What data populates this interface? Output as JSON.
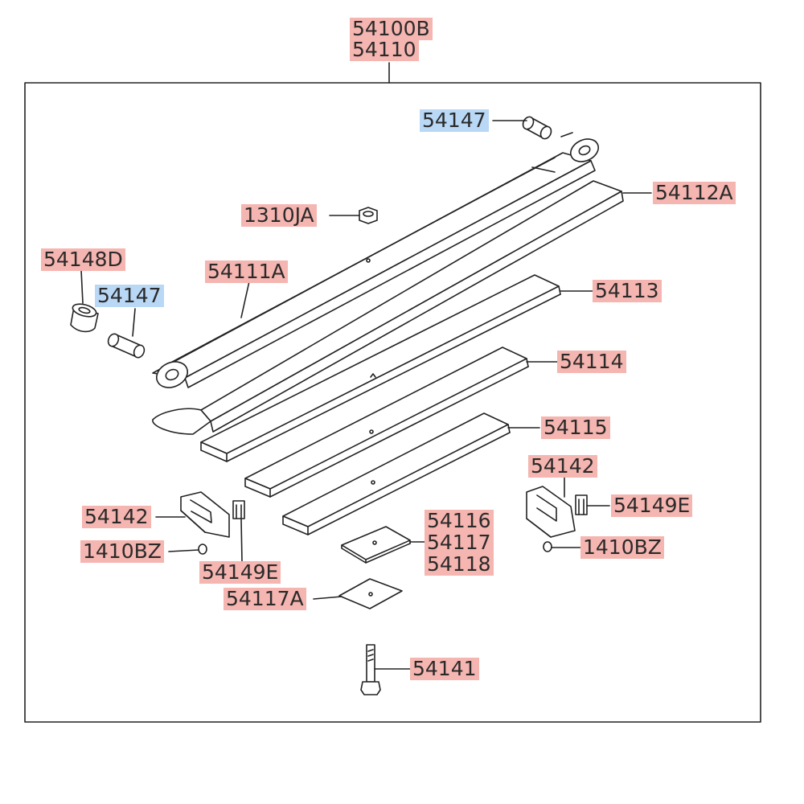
{
  "colors": {
    "label_highlight": "#f5b5b0",
    "label_highlight_alt": "#b9d8f6",
    "line": "#222222"
  },
  "labels": {
    "assembly_a": "54100B",
    "assembly_b": "54110",
    "bushing_pin_top": "54147",
    "leaf_54112a": "54112A",
    "nut_1310ja": "1310JA",
    "bushing_54148d": "54148D",
    "leaf_54111a": "54111A",
    "bushing_pin_left": "54147",
    "leaf_54113": "54113",
    "leaf_54114": "54114",
    "leaf_54115": "54115",
    "clip_right": "54142",
    "clip_left": "54142",
    "clip_bolt_right": "54149E",
    "rivet_left": "1410BZ",
    "rivet_right": "1410BZ",
    "clip_bolt_left": "54149E",
    "pad_54116": "54116",
    "pad_54117": "54117",
    "pad_54118": "54118",
    "pad_54117a": "54117A",
    "center_bolt": "54141"
  }
}
